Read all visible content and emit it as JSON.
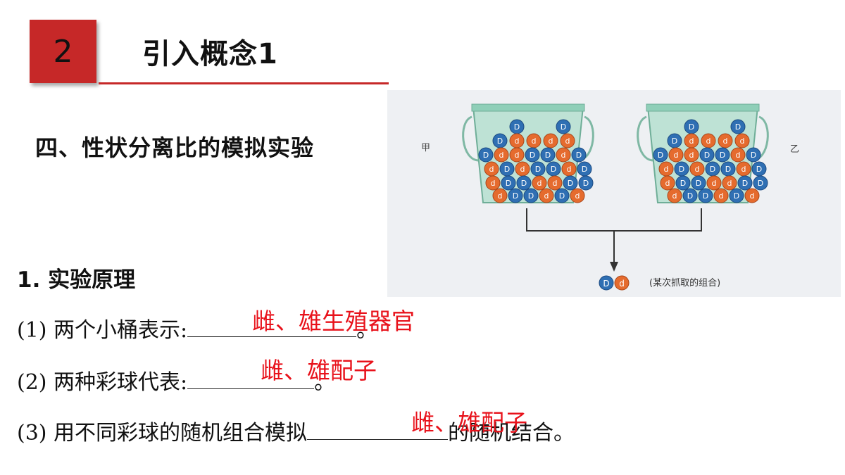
{
  "header": {
    "number": "2",
    "title": "引入概念1"
  },
  "section_title": "四、性状分离比的模拟实验",
  "principle_heading": "1. 实验原理",
  "items": [
    {
      "prefix": "(1) 两个小桶表示:",
      "answer": "雌、雄生殖器官",
      "suffix": "。"
    },
    {
      "prefix": "(2) 两种彩球代表:",
      "answer": "雌、雄配子",
      "suffix": "。"
    },
    {
      "prefix": "(3) 用不同彩球的随机组合模拟",
      "answer": "雌、雄配子",
      "suffix": "的随机结合。"
    }
  ],
  "figure": {
    "left_label": "甲",
    "right_label": "乙",
    "caption": "(某次抓取的组合)",
    "result_balls": [
      "D",
      "d"
    ],
    "colors": {
      "D": "#2f6fb3",
      "d": "#e56b2e",
      "bucket": "#8fcfb8"
    }
  }
}
